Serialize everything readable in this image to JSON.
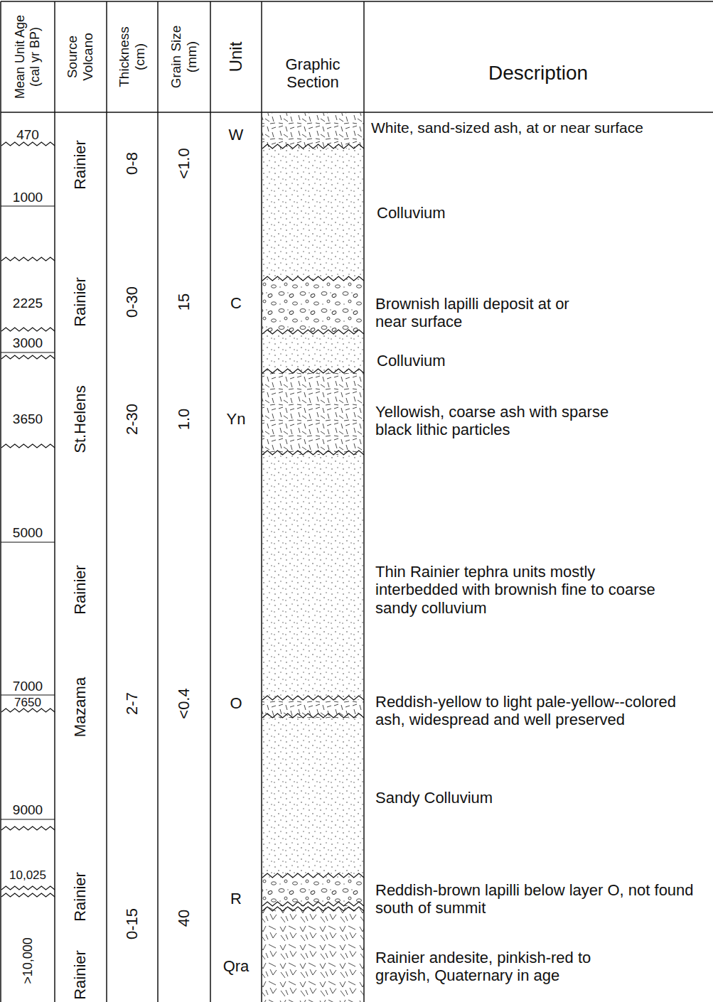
{
  "diagram": {
    "labels": [
      "Mean Unit Age (cal yr BP)",
      "Source Volcano",
      "Thickness (cm)",
      "Grain Size (mm)",
      "Unit",
      "Graphic Section",
      "Description",
      "470",
      "Rainier",
      "0-8",
      "<1.0",
      "W",
      "White, sand-sized ash, at or near surface",
      "1000",
      "Colluvium",
      "2225",
      "Rainier",
      "0-30",
      "15",
      "C",
      "Brownish lapilli deposit at or near surface",
      "3000",
      "Colluvium",
      "3650",
      "St.Helens",
      "2-30",
      "1.0",
      "Yn",
      "Yellowish, coarse ash with sparse black lithic particles",
      "5000",
      "Rainier",
      "Thin Rainier tephra units mostly interbedded with brownish fine to coarse sandy colluvium",
      "7000",
      "7650",
      "Mazama",
      "2-7",
      "<0.4",
      "O",
      "Reddish-yellow to light pale-yellow--colored ash, widespread and well preserved",
      "Sandy Colluvium",
      "9000",
      "10,025",
      "Rainier",
      "0-15",
      "40",
      "R",
      "Reddish-brown lapilli below layer O, not found south of summit",
      ">10,000",
      "Rainier",
      "Qra",
      "Rainier andesite, pinkish-red to grayish, Quaternary in age"
    ]
  }
}
